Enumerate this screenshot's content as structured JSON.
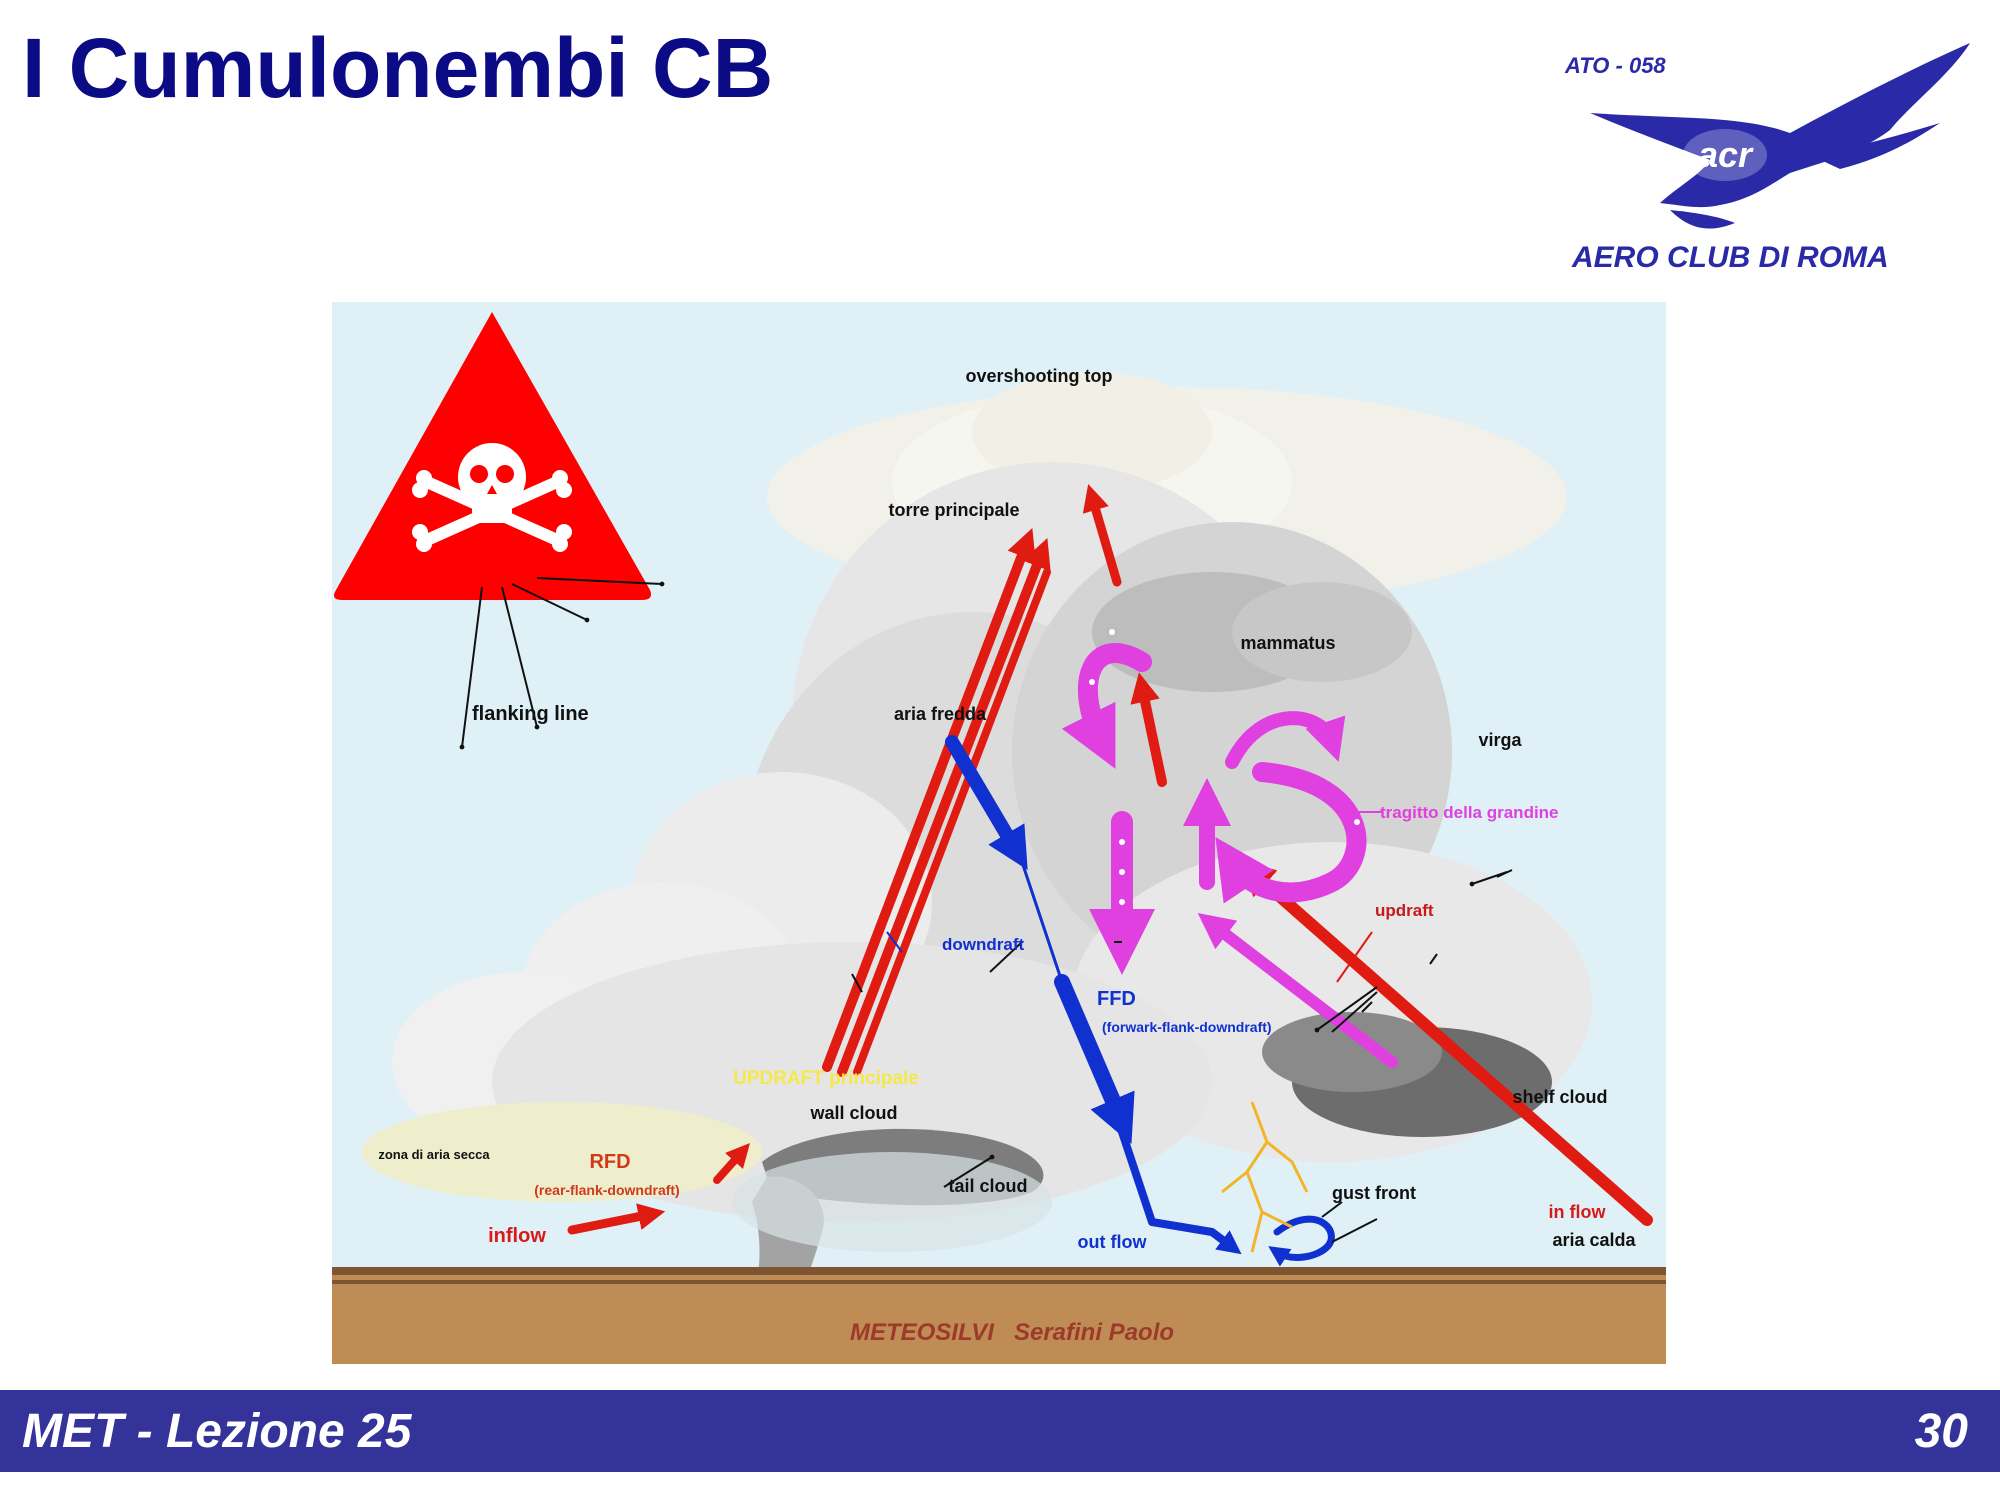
{
  "slide": {
    "title": "I Cumulonembi CB"
  },
  "logo": {
    "code": "ATO - 058",
    "name": "AERO CLUB DI ROMA",
    "monogram": "acr",
    "color": "#2a2aa8"
  },
  "warning": {
    "icon": "skull-crossbones-icon",
    "color": "#ff0000"
  },
  "diagram": {
    "labels": {
      "overshooting_top": "overshooting top",
      "torre_principale": "torre principale",
      "mammatus": "mammatus",
      "flanking_line": "flanking  line",
      "aria_fredda": "aria fredda",
      "virga": "virga",
      "tragitto": "tragitto della grandine",
      "updraft": "updraft",
      "downdraft": "downdraft",
      "ffd": "FFD",
      "ffd_sub": "(forwark-flank-downdraft)",
      "updraft_principale": "UPDRAFT principale",
      "wall_cloud": "wall cloud",
      "shelf_cloud": "shelf cloud",
      "zona_secca": "zona di aria secca",
      "rfd": "RFD",
      "rfd_sub": "(rear-flank-downdraft)",
      "tail_cloud": "tail cloud",
      "gust_front": "gust front",
      "inflow": "inflow",
      "out_flow": "out flow",
      "in_flow": "in flow",
      "aria_calda": "aria calda",
      "credit": "METEOSILVI   Serafini Paolo"
    }
  },
  "footer": {
    "left": "MET - Lezione 25",
    "page": "30"
  }
}
